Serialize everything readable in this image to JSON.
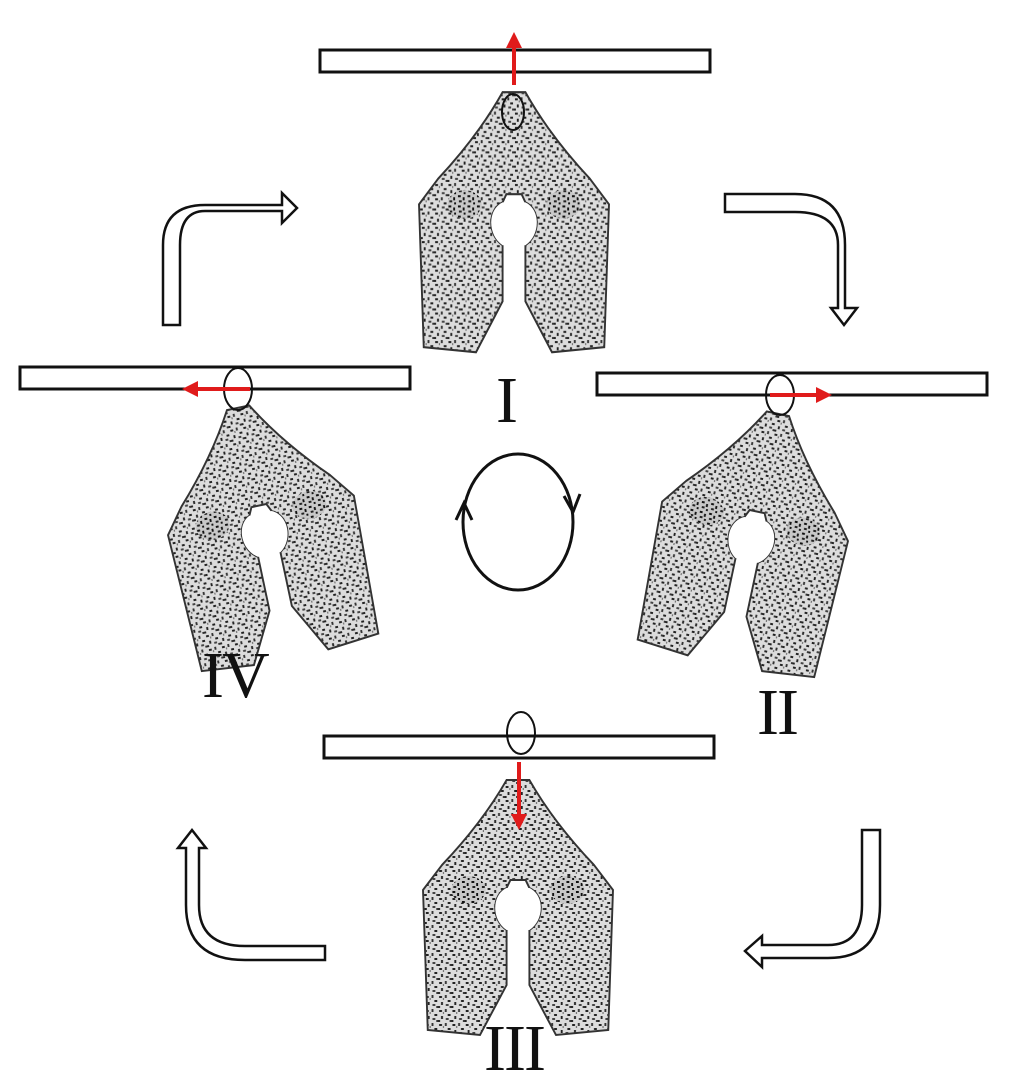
{
  "diagram": {
    "stages": [
      {
        "id": "I",
        "label": "I",
        "force_direction": "up"
      },
      {
        "id": "II",
        "label": "II",
        "force_direction": "right"
      },
      {
        "id": "III",
        "label": "III",
        "force_direction": "down"
      },
      {
        "id": "IV",
        "label": "IV",
        "force_direction": "left"
      }
    ],
    "cycle": "clockwise",
    "colors": {
      "force_arrow": "#e01b1b",
      "outline": "#111111",
      "tissue_fill": "#d9d9d9",
      "tissue_speckle": "#222222",
      "background": "#ffffff"
    }
  }
}
